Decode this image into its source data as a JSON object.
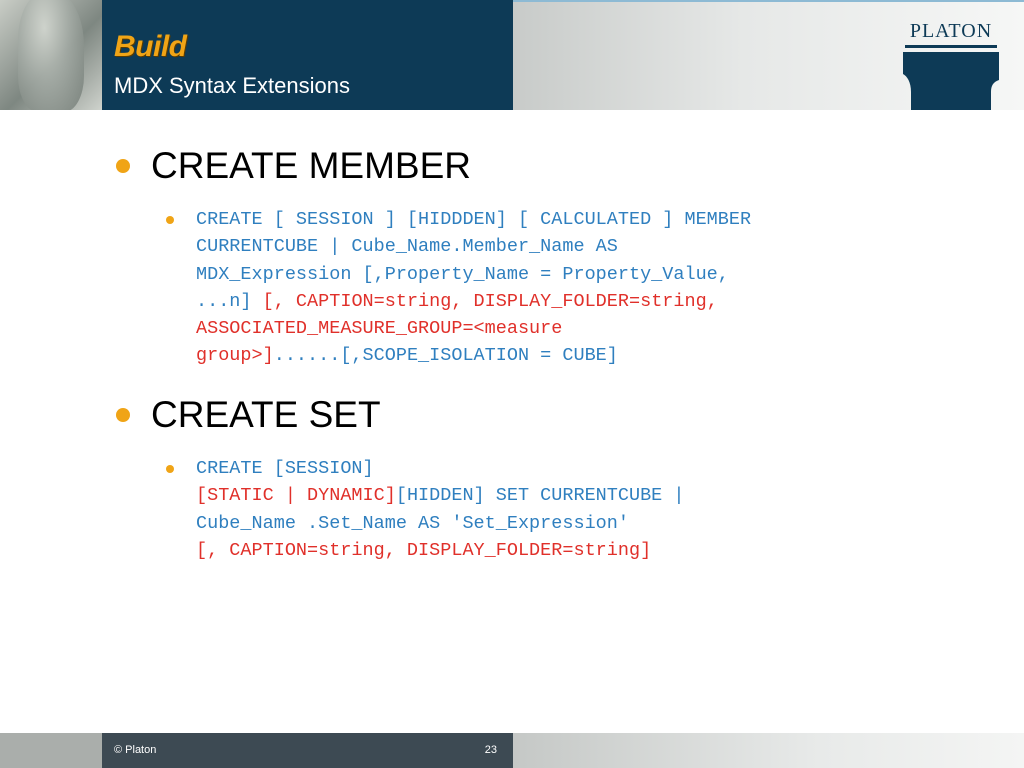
{
  "header": {
    "title": "Build",
    "subtitle": "MDX Syntax Extensions",
    "logo_text": "PLATON"
  },
  "colors": {
    "title_bar": "#0d3a56",
    "accent": "#f0a416",
    "code_blue": "#2f7fbf",
    "code_red": "#e0302a"
  },
  "sections": [
    {
      "heading": "CREATE MEMBER",
      "code": {
        "l1": "CREATE [ SESSION ] [HIDDDEN] [ CALCULATED ] MEMBER",
        "l2": "CURRENTCUBE | Cube_Name.Member_Name AS",
        "l3": "MDX_Expression [,Property_Name = Property_Value,",
        "l4a": "...n] ",
        "l4b": "[, CAPTION=string, DISPLAY_FOLDER=string,",
        "l5": "ASSOCIATED_MEASURE_GROUP=<measure",
        "l6a": "group>]",
        "l6b": "......[,SCOPE_ISOLATION = CUBE]"
      }
    },
    {
      "heading": "CREATE SET",
      "code": {
        "l1": "CREATE [SESSION]",
        "l2a": "[STATIC | DYNAMIC]",
        "l2b": "[HIDDEN] SET CURRENTCUBE |",
        "l3": "Cube_Name .Set_Name AS 'Set_Expression'",
        "l4": "[, CAPTION=string, DISPLAY_FOLDER=string]"
      }
    }
  ],
  "footer": {
    "copyright": "© Platon",
    "page_number": "23"
  }
}
